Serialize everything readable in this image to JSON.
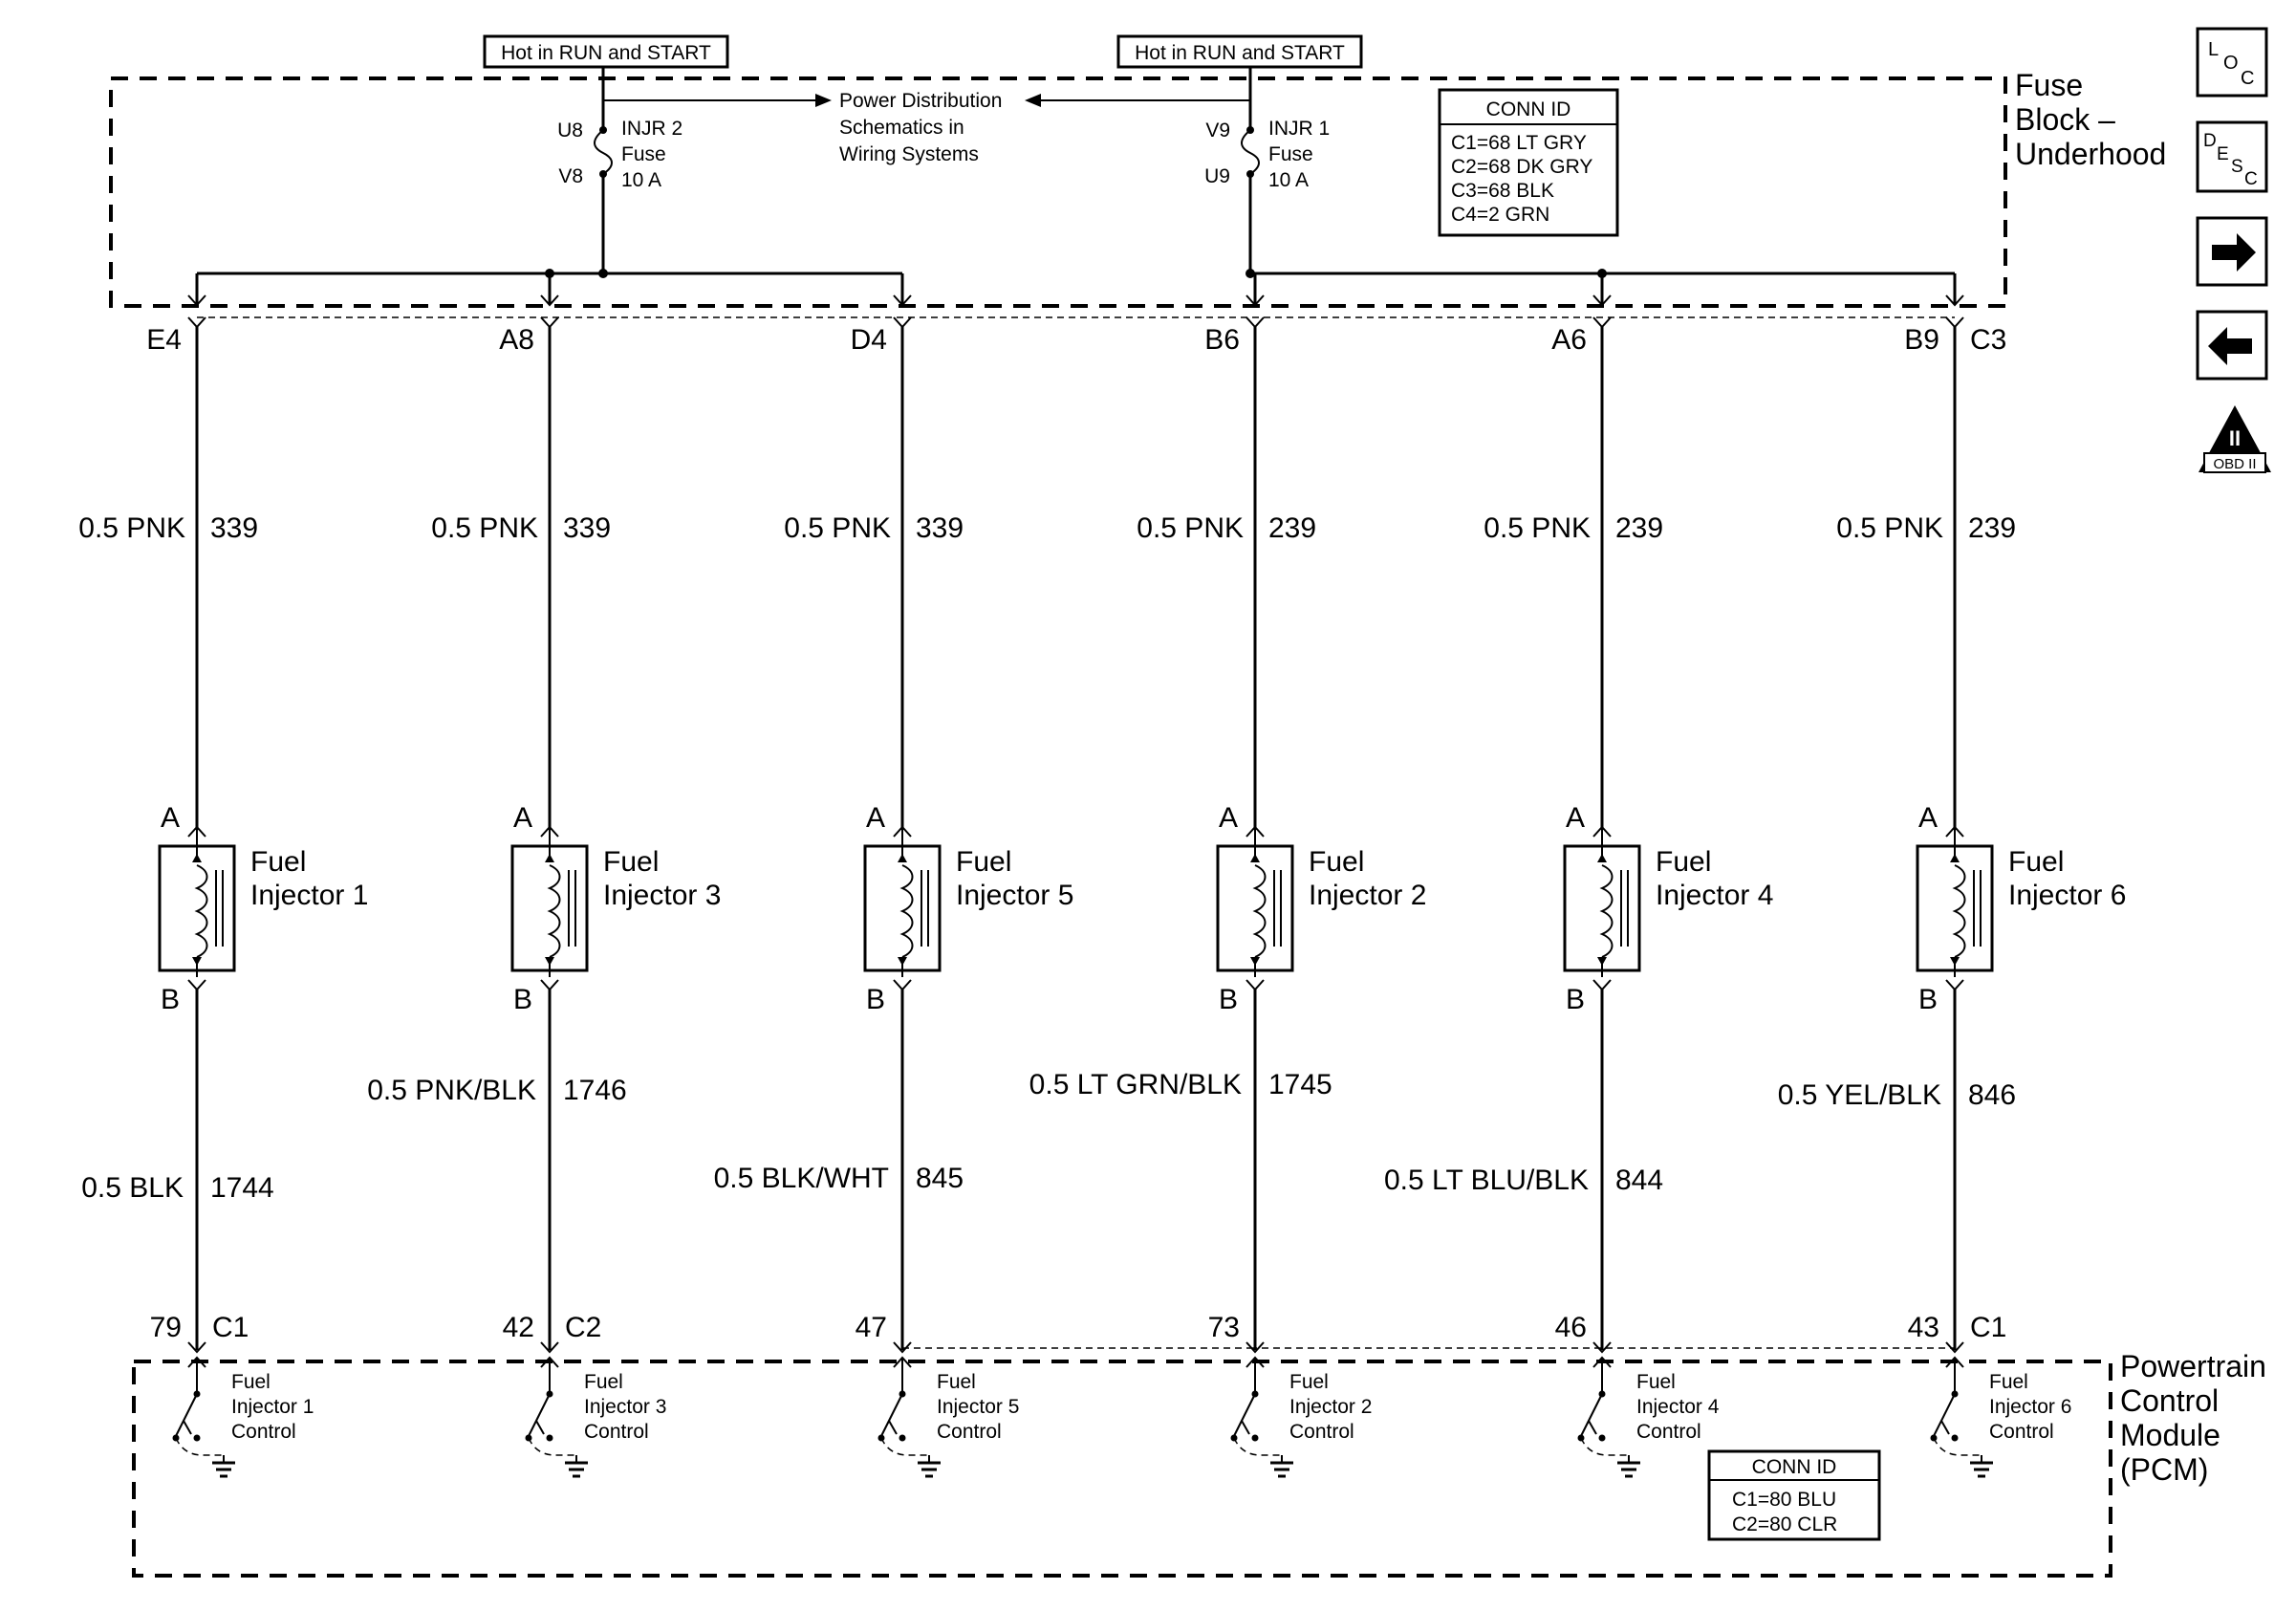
{
  "fuse_block": {
    "label_line1": "Fuse",
    "label_line2": "Block –",
    "label_line3": "Underhood",
    "hot_label_left": "Hot in RUN and START",
    "hot_label_right": "Hot in RUN and START",
    "power_dist_line1": "Power Distribution",
    "power_dist_line2": "Schematics in",
    "power_dist_line3": "Wiring Systems",
    "fuse_left": {
      "top_pin": "U8",
      "bottom_pin": "V8",
      "name": "INJR 2",
      "word": "Fuse",
      "rating": "10 A"
    },
    "fuse_right": {
      "top_pin": "V9",
      "bottom_pin": "U9",
      "name": "INJR 1",
      "word": "Fuse",
      "rating": "10 A"
    },
    "conn_id": {
      "title": "CONN ID",
      "lines": [
        "C1=68 LT GRY",
        "C2=68 DK GRY",
        "C3=68 BLK",
        "C4=2 GRN"
      ]
    }
  },
  "pcm": {
    "label_line1": "Powertrain",
    "label_line2": "Control",
    "label_line3": "Module",
    "label_line4": "(PCM)",
    "conn_id": {
      "title": "CONN ID",
      "lines": [
        "C1=80 BLU",
        "C2=80 CLR"
      ]
    }
  },
  "injectors": [
    {
      "fuse_pin": "E4",
      "pwr_wire": "0.5 PNK",
      "pwr_circuit": "339",
      "pin_a": "A",
      "pin_b": "B",
      "name_line1": "Fuel",
      "name_line2": "Injector 1",
      "ctl_wire": "0.5 BLK",
      "ctl_circuit": "1744",
      "pcm_pin": "79",
      "pcm_conn": "C1",
      "ctl_line1": "Fuel",
      "ctl_line2": "Injector 1",
      "ctl_line3": "Control"
    },
    {
      "fuse_pin": "A8",
      "pwr_wire": "0.5 PNK",
      "pwr_circuit": "339",
      "pin_a": "A",
      "pin_b": "B",
      "name_line1": "Fuel",
      "name_line2": "Injector 3",
      "ctl_wire": "0.5 PNK/BLK",
      "ctl_circuit": "1746",
      "pcm_pin": "42",
      "pcm_conn": "C2",
      "ctl_line1": "Fuel",
      "ctl_line2": "Injector 3",
      "ctl_line3": "Control"
    },
    {
      "fuse_pin": "D4",
      "pwr_wire": "0.5 PNK",
      "pwr_circuit": "339",
      "pin_a": "A",
      "pin_b": "B",
      "name_line1": "Fuel",
      "name_line2": "Injector 5",
      "ctl_wire": "0.5 BLK/WHT",
      "ctl_circuit": "845",
      "pcm_pin": "47",
      "pcm_conn": "",
      "ctl_line1": "Fuel",
      "ctl_line2": "Injector 5",
      "ctl_line3": "Control"
    },
    {
      "fuse_pin": "B6",
      "pwr_wire": "0.5 PNK",
      "pwr_circuit": "239",
      "pin_a": "A",
      "pin_b": "B",
      "name_line1": "Fuel",
      "name_line2": "Injector 2",
      "ctl_wire": "0.5 LT GRN/BLK",
      "ctl_circuit": "1745",
      "pcm_pin": "73",
      "pcm_conn": "",
      "ctl_line1": "Fuel",
      "ctl_line2": "Injector 2",
      "ctl_line3": "Control"
    },
    {
      "fuse_pin": "A6",
      "pwr_wire": "0.5 PNK",
      "pwr_circuit": "239",
      "pin_a": "A",
      "pin_b": "B",
      "name_line1": "Fuel",
      "name_line2": "Injector 4",
      "ctl_wire": "0.5 LT BLU/BLK",
      "ctl_circuit": "844",
      "pcm_pin": "46",
      "pcm_conn": "",
      "ctl_line1": "Fuel",
      "ctl_line2": "Injector 4",
      "ctl_line3": "Control"
    },
    {
      "fuse_pin": "B9",
      "fuse_conn": "C3",
      "pwr_wire": "0.5 PNK",
      "pwr_circuit": "239",
      "pin_a": "A",
      "pin_b": "B",
      "name_line1": "Fuel",
      "name_line2": "Injector 6",
      "ctl_wire": "0.5 YEL/BLK",
      "ctl_circuit": "846",
      "pcm_pin": "43",
      "pcm_conn": "C1",
      "ctl_line1": "Fuel",
      "ctl_line2": "Injector 6",
      "ctl_line3": "Control"
    }
  ],
  "nav": {
    "loc": {
      "l": "L",
      "o": "O",
      "c": "C"
    },
    "desc": {
      "d": "D",
      "e": "E",
      "s": "S",
      "c": "C"
    },
    "next_icon": "arrow-right-icon",
    "prev_icon": "arrow-left-icon",
    "obd": {
      "roman": "II",
      "text": "OBD II"
    }
  }
}
